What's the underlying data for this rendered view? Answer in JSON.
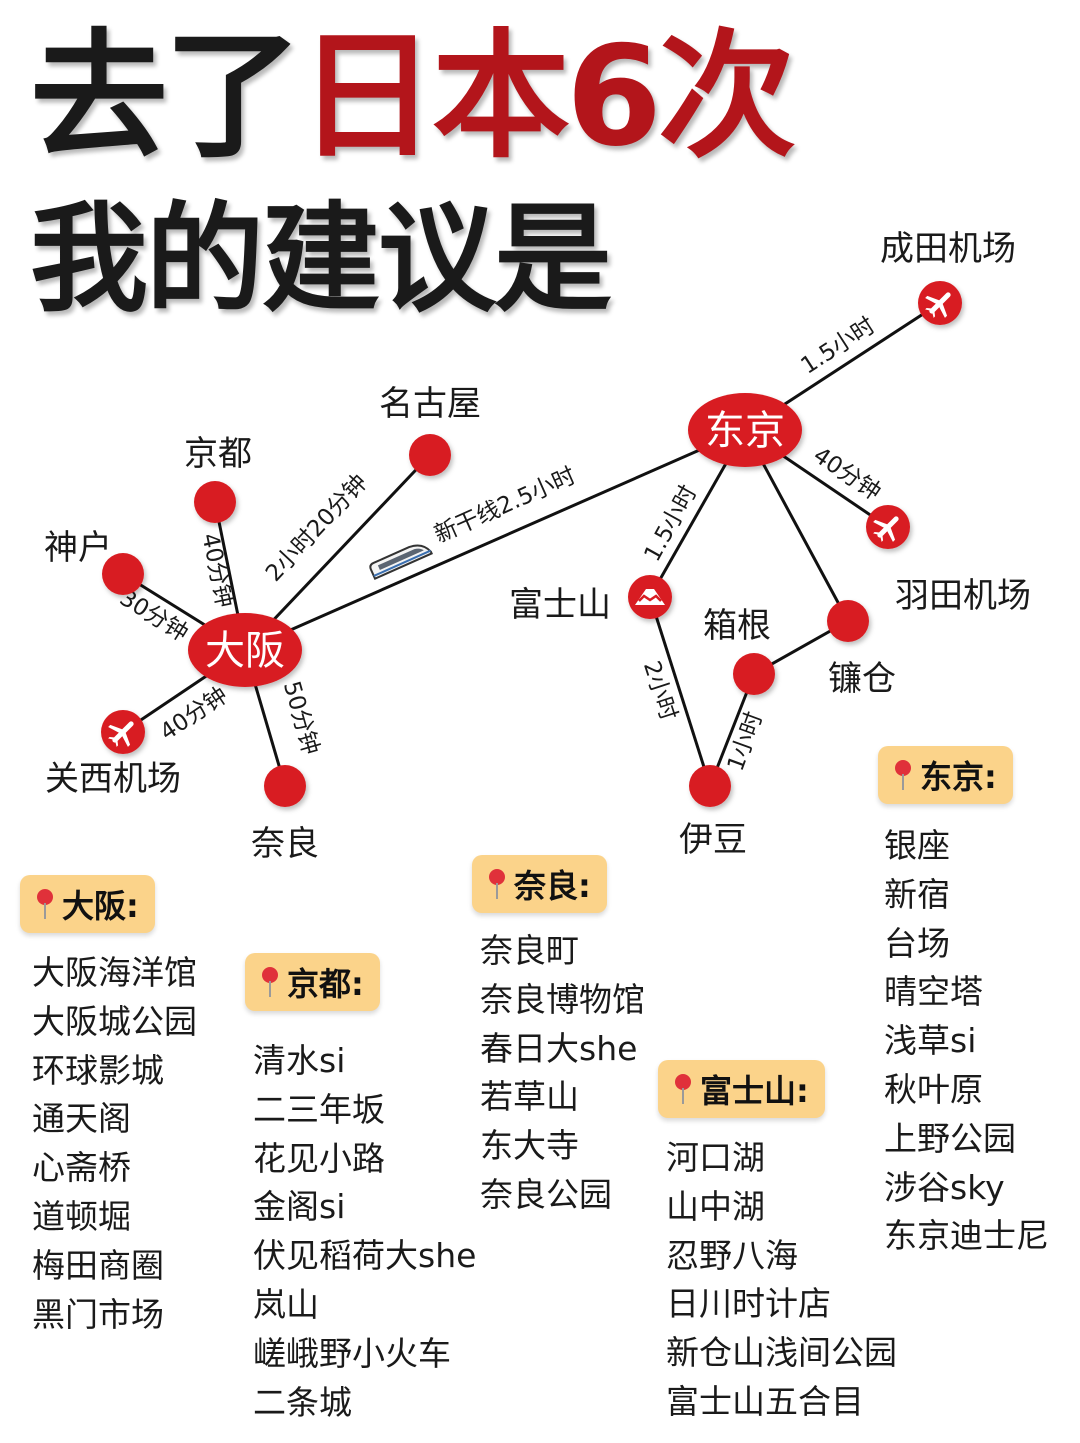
{
  "title": {
    "line1_part1": "去了",
    "line1_part2": "日本6次",
    "line2": "我的建议是"
  },
  "colors": {
    "accent_red": "#b3151b",
    "node_red": "#d81e22",
    "tag_bg": "#fbd38a",
    "text": "#1a1a1a"
  },
  "map": {
    "hubs": {
      "osaka": "大阪",
      "tokyo": "东京"
    },
    "places": {
      "kobe": "神户",
      "kyoto": "京都",
      "nagoya": "名古屋",
      "kansai_airport": "关西机场",
      "nara": "奈良",
      "narita": "成田机场",
      "haneda": "羽田机场",
      "fuji": "富士山",
      "hakone": "箱根",
      "kamakura": "镰仓",
      "izu": "伊豆"
    },
    "routes": {
      "shinkansen": "新干线2.5小时",
      "nagoya": "2小时20分钟",
      "kyoto": "40分钟",
      "kobe": "30分钟",
      "kansai": "40分钟",
      "nara": "50分钟",
      "narita": "1.5小时",
      "haneda": "40分钟",
      "fuji": "1.5小时",
      "fuji_izu": "2小时",
      "izu_hakone": "1小时"
    },
    "icons": {
      "airport": "airplane-icon",
      "fuji": "mount-fuji-icon",
      "train": "shinkansen-train-icon",
      "pin": "location-pin-icon"
    }
  },
  "sections": {
    "osaka": {
      "tag": "大阪:",
      "items": [
        "大阪海洋馆",
        "大阪城公园",
        "环球影城",
        "通天阁",
        "心斋桥",
        "道顿堀",
        "梅田商圈",
        "黑门市场"
      ]
    },
    "kyoto": {
      "tag": "京都:",
      "items": [
        "清水si",
        "二三年坂",
        "花见小路",
        "金阁si",
        "伏见稻荷大she",
        "岚山",
        "嵯峨野小火车",
        "二条城"
      ]
    },
    "nara": {
      "tag": "奈良:",
      "items": [
        "奈良町",
        "奈良博物馆",
        "春日大she",
        "若草山",
        "东大寺",
        "奈良公园"
      ]
    },
    "fuji": {
      "tag": "富士山:",
      "items": [
        "河口湖",
        "山中湖",
        "忍野八海",
        "日川时计店",
        "新仓山浅间公园",
        "富士山五合目"
      ]
    },
    "tokyo": {
      "tag": "东京:",
      "items": [
        "银座",
        "新宿",
        "台场",
        "晴空塔",
        "浅草si",
        "秋叶原",
        "上野公园",
        "涉谷sky",
        "东京迪士尼"
      ]
    }
  }
}
